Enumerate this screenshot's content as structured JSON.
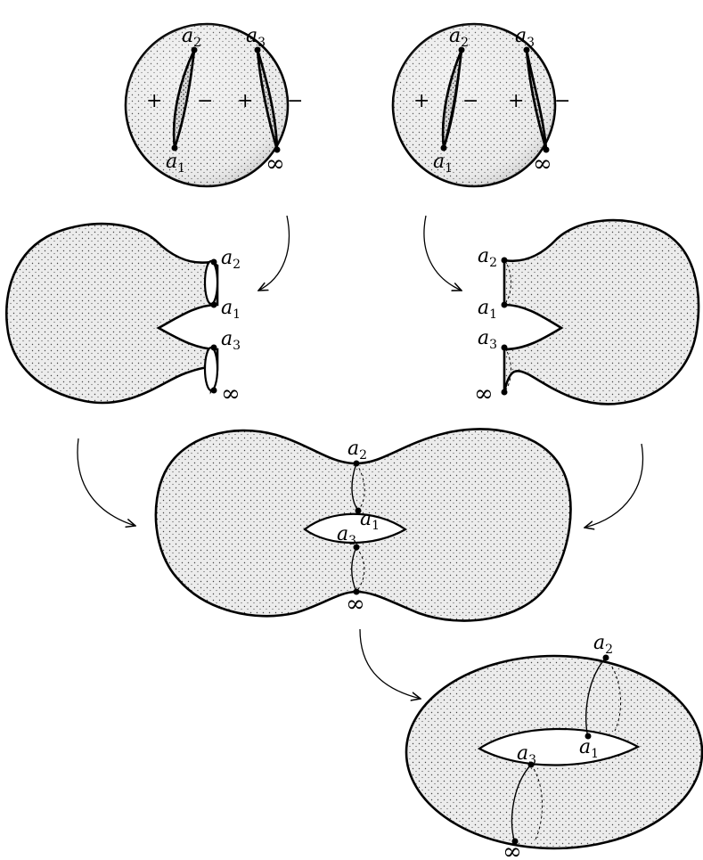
{
  "labels": {
    "a1_base": "a",
    "a1_sub": "1",
    "a2_base": "a",
    "a2_sub": "2",
    "a3_base": "a",
    "a3_sub": "3",
    "infinity": "∞",
    "plus": "+",
    "minus": "−"
  }
}
